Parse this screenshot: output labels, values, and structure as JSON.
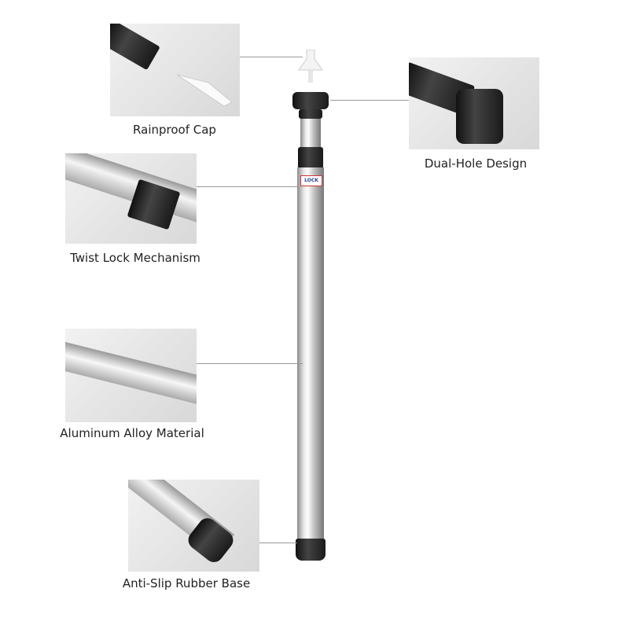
{
  "features": [
    {
      "label": "Rainproof Cap",
      "icon": "rainproof-cap-photo"
    },
    {
      "label": "Dual-Hole Design",
      "icon": "dual-hole-photo"
    },
    {
      "label": "Twist Lock Mechanism",
      "icon": "twist-lock-photo"
    },
    {
      "label": "Aluminum Alloy Material",
      "icon": "aluminum-tube-photo"
    },
    {
      "label": "Anti-Slip Rubber Base",
      "icon": "rubber-base-photo"
    }
  ],
  "pole": {
    "lock_label": "LOCK"
  },
  "colors": {
    "tube": "#d9d9d9",
    "rubber": "#111111",
    "cap": "#f5f5f5",
    "lines": "#999999"
  }
}
